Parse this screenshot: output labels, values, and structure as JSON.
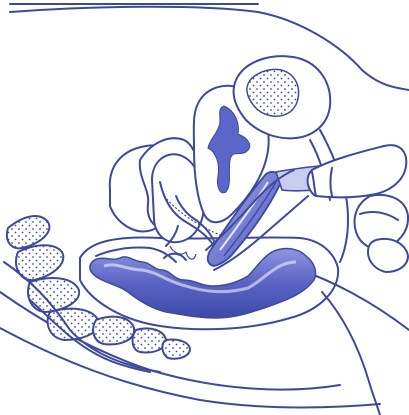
{
  "figure": {
    "colors": {
      "line": "#3d4a9c",
      "dot": "#3d4a9c",
      "rectum_fill": "#5a63c4",
      "rectum_fill_light": "#8e96e0",
      "uterus_cavity": "#5c66c9",
      "device_body": "#7b83d6",
      "device_light": "#c9ccf0",
      "finger_fill": "#ffffff",
      "background": "#ffffff"
    },
    "parts": [
      {
        "id": "body-outline",
        "icon": "body-outline"
      },
      {
        "id": "bladder",
        "icon": "dotted-organ"
      },
      {
        "id": "uterus",
        "icon": "organ"
      },
      {
        "id": "uterine-cavity",
        "icon": "cavity"
      },
      {
        "id": "bowel-loops",
        "icon": "organ"
      },
      {
        "id": "rectum",
        "icon": "organ"
      },
      {
        "id": "sacrum",
        "icon": "bone"
      },
      {
        "id": "coccyx",
        "icon": "bone"
      },
      {
        "id": "vaginal-device",
        "icon": "device"
      },
      {
        "id": "inserting-finger",
        "icon": "hand"
      }
    ]
  }
}
